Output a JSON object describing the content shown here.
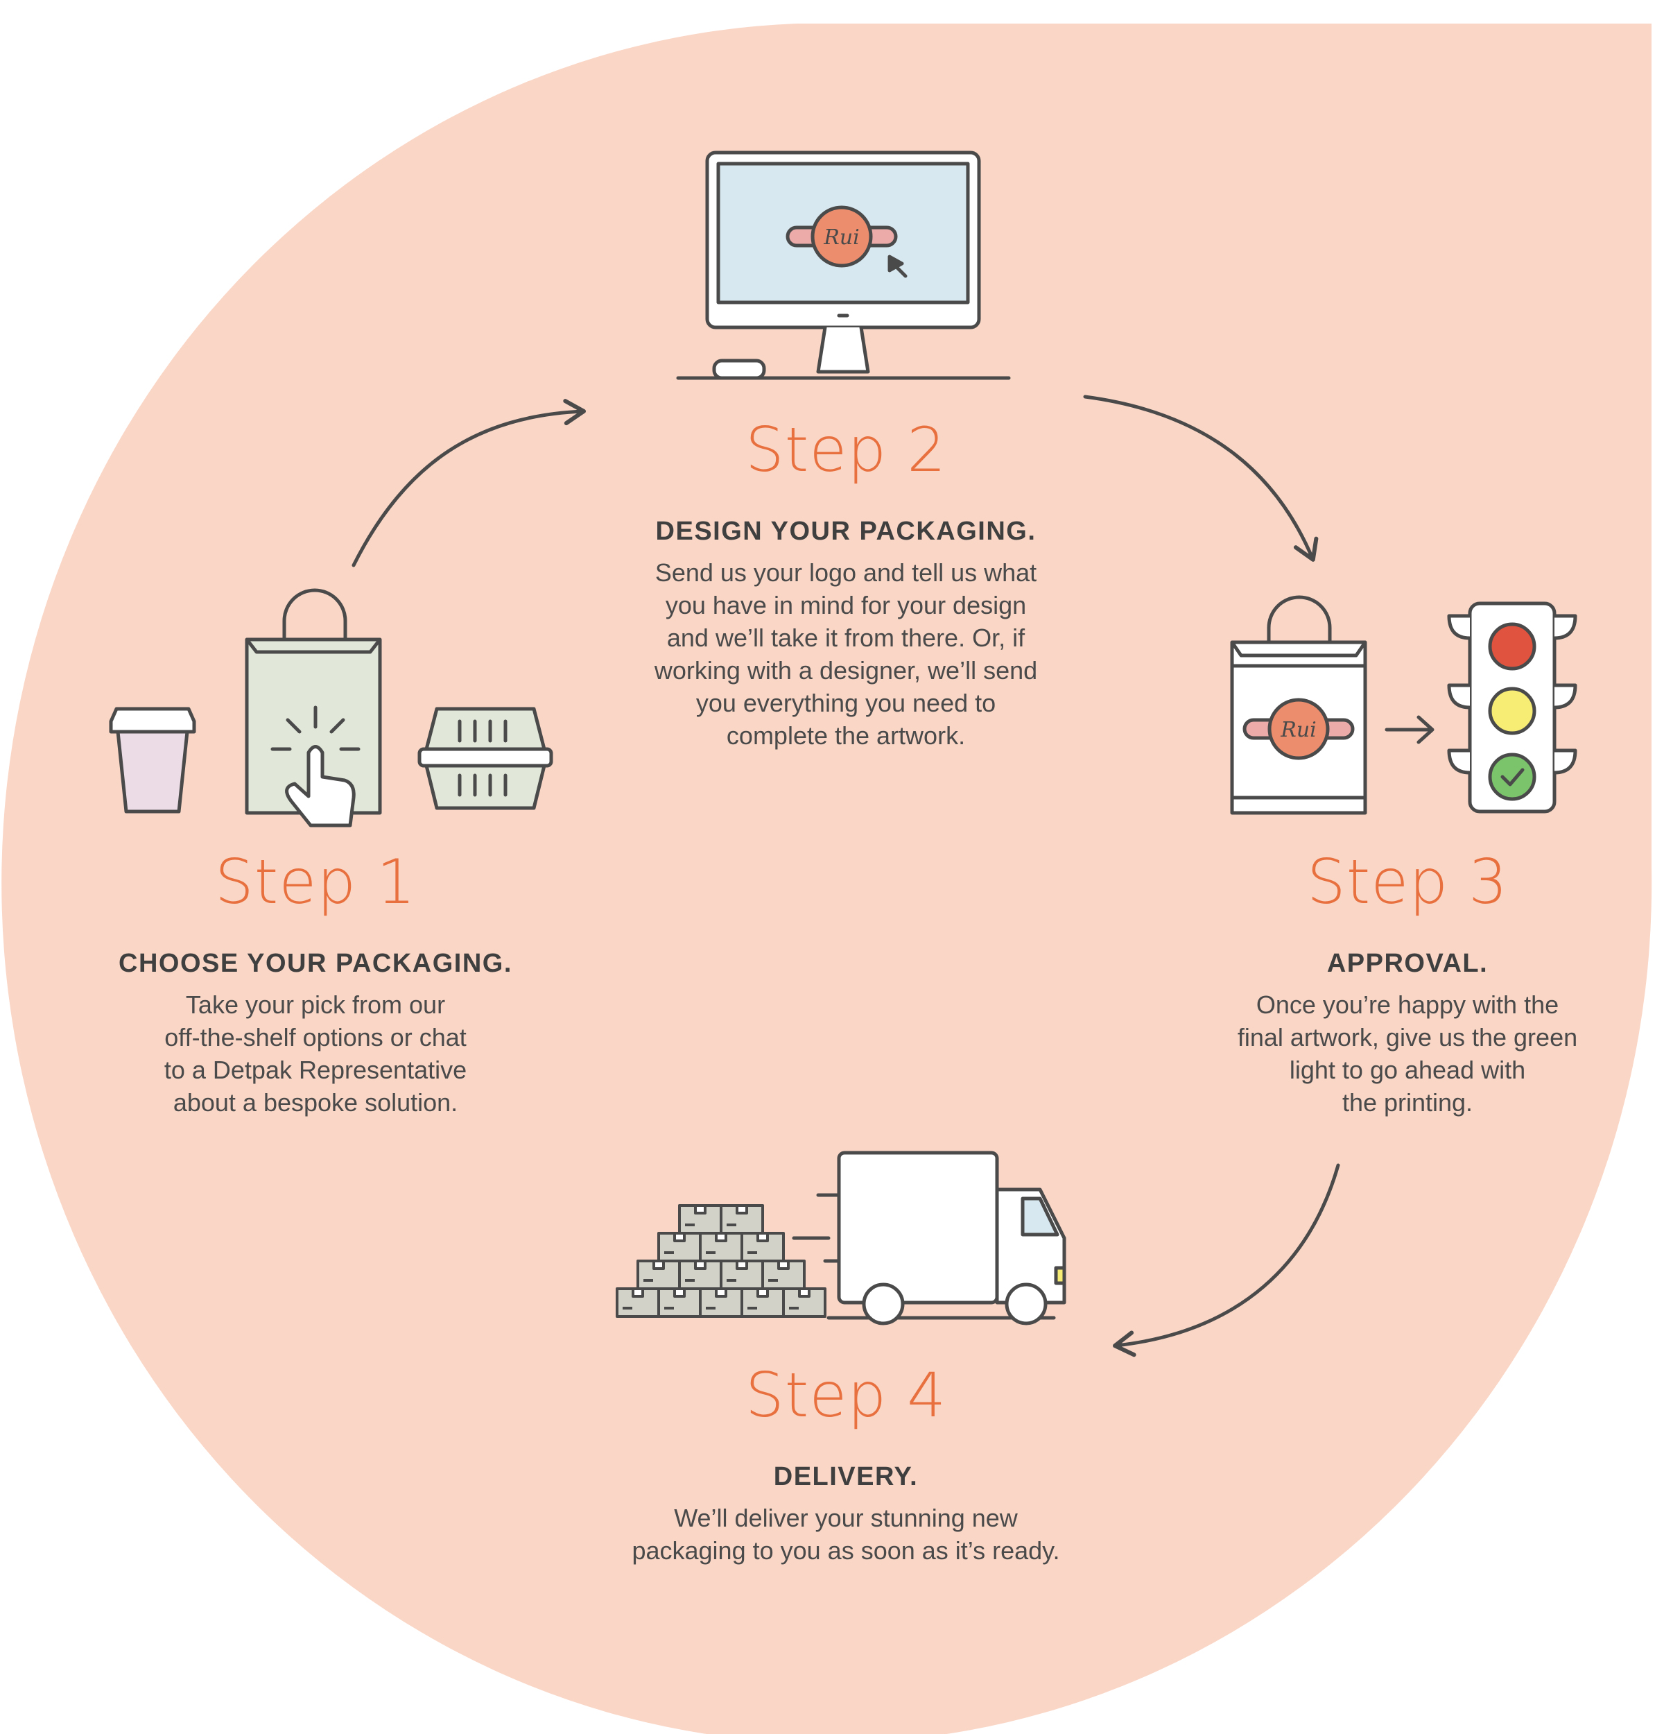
{
  "colors": {
    "background": "#fad6c6",
    "accent": "#e8703f",
    "line": "#4a4a4a",
    "screen": "#d8e8f0",
    "bag_green": "#e1e8d9",
    "cup_pink": "#ecdce5",
    "light_red": "#e0533e",
    "light_yellow": "#f7ec74",
    "light_green": "#7cc46b",
    "box": "#d3d2c9",
    "logo": "#ec8d6e",
    "logo_band": "#ecaaa9"
  },
  "logo_text": "Rui",
  "steps": [
    {
      "title": "Step 1",
      "heading": "CHOOSE YOUR PACKAGING.",
      "lines": [
        "Take your pick from our",
        "off-the-shelf options or chat",
        "to a Detpak Representative",
        "about a bespoke solution."
      ],
      "icons": [
        "coffee-cup-icon",
        "shopping-bag-icon",
        "tap-pointer-icon",
        "takeaway-container-icon"
      ]
    },
    {
      "title": "Step 2",
      "heading": "DESIGN YOUR PACKAGING.",
      "lines": [
        "Send us your logo and tell us what",
        "you have in mind for your design",
        "and we’ll take it from there. Or, if",
        "working with a designer, we’ll send",
        "you everything you need to",
        "complete the artwork."
      ],
      "icons": [
        "desktop-monitor-icon",
        "mouse-icon",
        "cursor-icon"
      ]
    },
    {
      "title": "Step 3",
      "heading": "APPROVAL.",
      "lines": [
        "Once you’re happy with the",
        "final artwork, give us the green",
        "light to go ahead with",
        "the printing."
      ],
      "icons": [
        "branded-bag-icon",
        "right-arrow-icon",
        "traffic-light-icon",
        "checkmark-icon"
      ]
    },
    {
      "title": "Step 4",
      "heading": "DELIVERY.",
      "lines": [
        "We’ll deliver your stunning new",
        "packaging to you as soon as it’s ready."
      ],
      "icons": [
        "box-stack-icon",
        "delivery-truck-icon"
      ]
    }
  ]
}
